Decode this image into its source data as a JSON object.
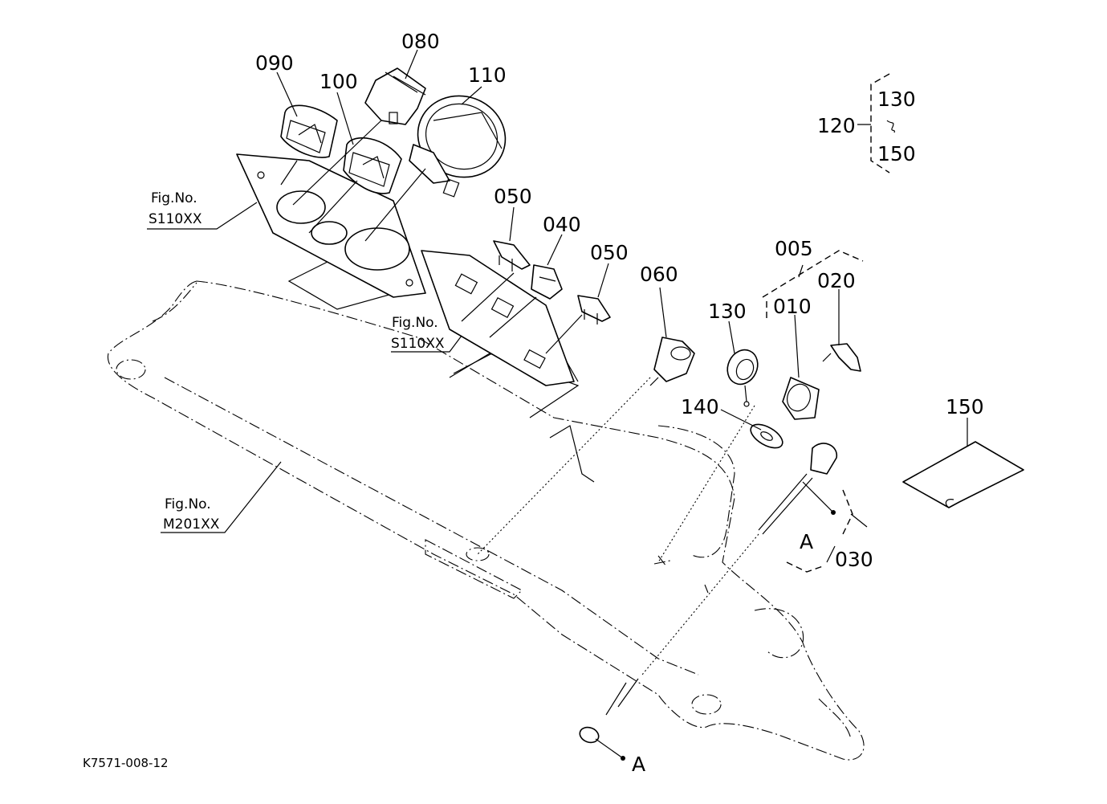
{
  "labels": {
    "p005": "005",
    "p010": "010",
    "p020": "020",
    "p030": "030",
    "p040": "040",
    "p050": "050",
    "p060": "060",
    "p080": "080",
    "p090": "090",
    "p100": "100",
    "p110": "110",
    "p120": "120",
    "p130": "130",
    "p140": "140",
    "p150": "150",
    "ref_a": "A"
  },
  "fig_refs": [
    {
      "title": "Fig.No.",
      "code": "S110XX"
    },
    {
      "title": "Fig.No.",
      "code": "S110XX"
    },
    {
      "title": "Fig.No.",
      "code": "M201XX"
    }
  ],
  "range_symbol": "~",
  "drawing_number": "K7571-008-12",
  "colors": {
    "line": "#000000",
    "background": "#ffffff"
  }
}
